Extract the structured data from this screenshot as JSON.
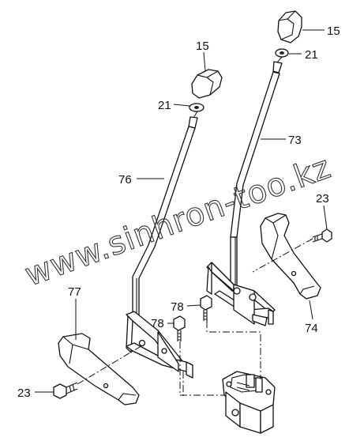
{
  "watermark": "www.sinhron-too.kz",
  "callouts": [
    {
      "id": "knob-right",
      "text": "15"
    },
    {
      "id": "nut-right",
      "text": "21"
    },
    {
      "id": "knob-left",
      "text": "15"
    },
    {
      "id": "nut-left",
      "text": "21"
    },
    {
      "id": "lever-right",
      "text": "73"
    },
    {
      "id": "lever-left",
      "text": "76"
    },
    {
      "id": "bolt-right-pedal",
      "text": "23"
    },
    {
      "id": "pedal-left",
      "text": "77"
    },
    {
      "id": "bolt-bracket-upper",
      "text": "78"
    },
    {
      "id": "bolt-bracket-lower",
      "text": "78"
    },
    {
      "id": "pedal-right",
      "text": "74"
    },
    {
      "id": "bolt-left-pedal",
      "text": "23"
    }
  ]
}
